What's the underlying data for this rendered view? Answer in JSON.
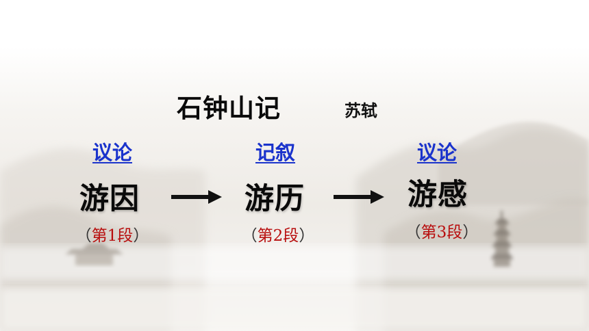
{
  "title": "石钟山记",
  "author": "苏轼",
  "stages": [
    {
      "mode": "议论",
      "stage": "游因",
      "para_open": "（",
      "para": "第1段",
      "para_close": "）"
    },
    {
      "mode": "记叙",
      "stage": "游历",
      "para_open": "（",
      "para": "第2段",
      "para_close": "）"
    },
    {
      "mode": "议论",
      "stage": "游感",
      "para_open": "（",
      "para": "第3段",
      "para_close": "）"
    }
  ],
  "colors": {
    "mode_text": "#1a33cc",
    "paragraph_label": "#b80d0d",
    "stage_text": "#0a0a0a"
  },
  "icons": [
    "right-arrow-icon",
    "right-arrow-icon",
    "ink-mountain-background",
    "pagoda-icon",
    "pavilion-icon"
  ]
}
